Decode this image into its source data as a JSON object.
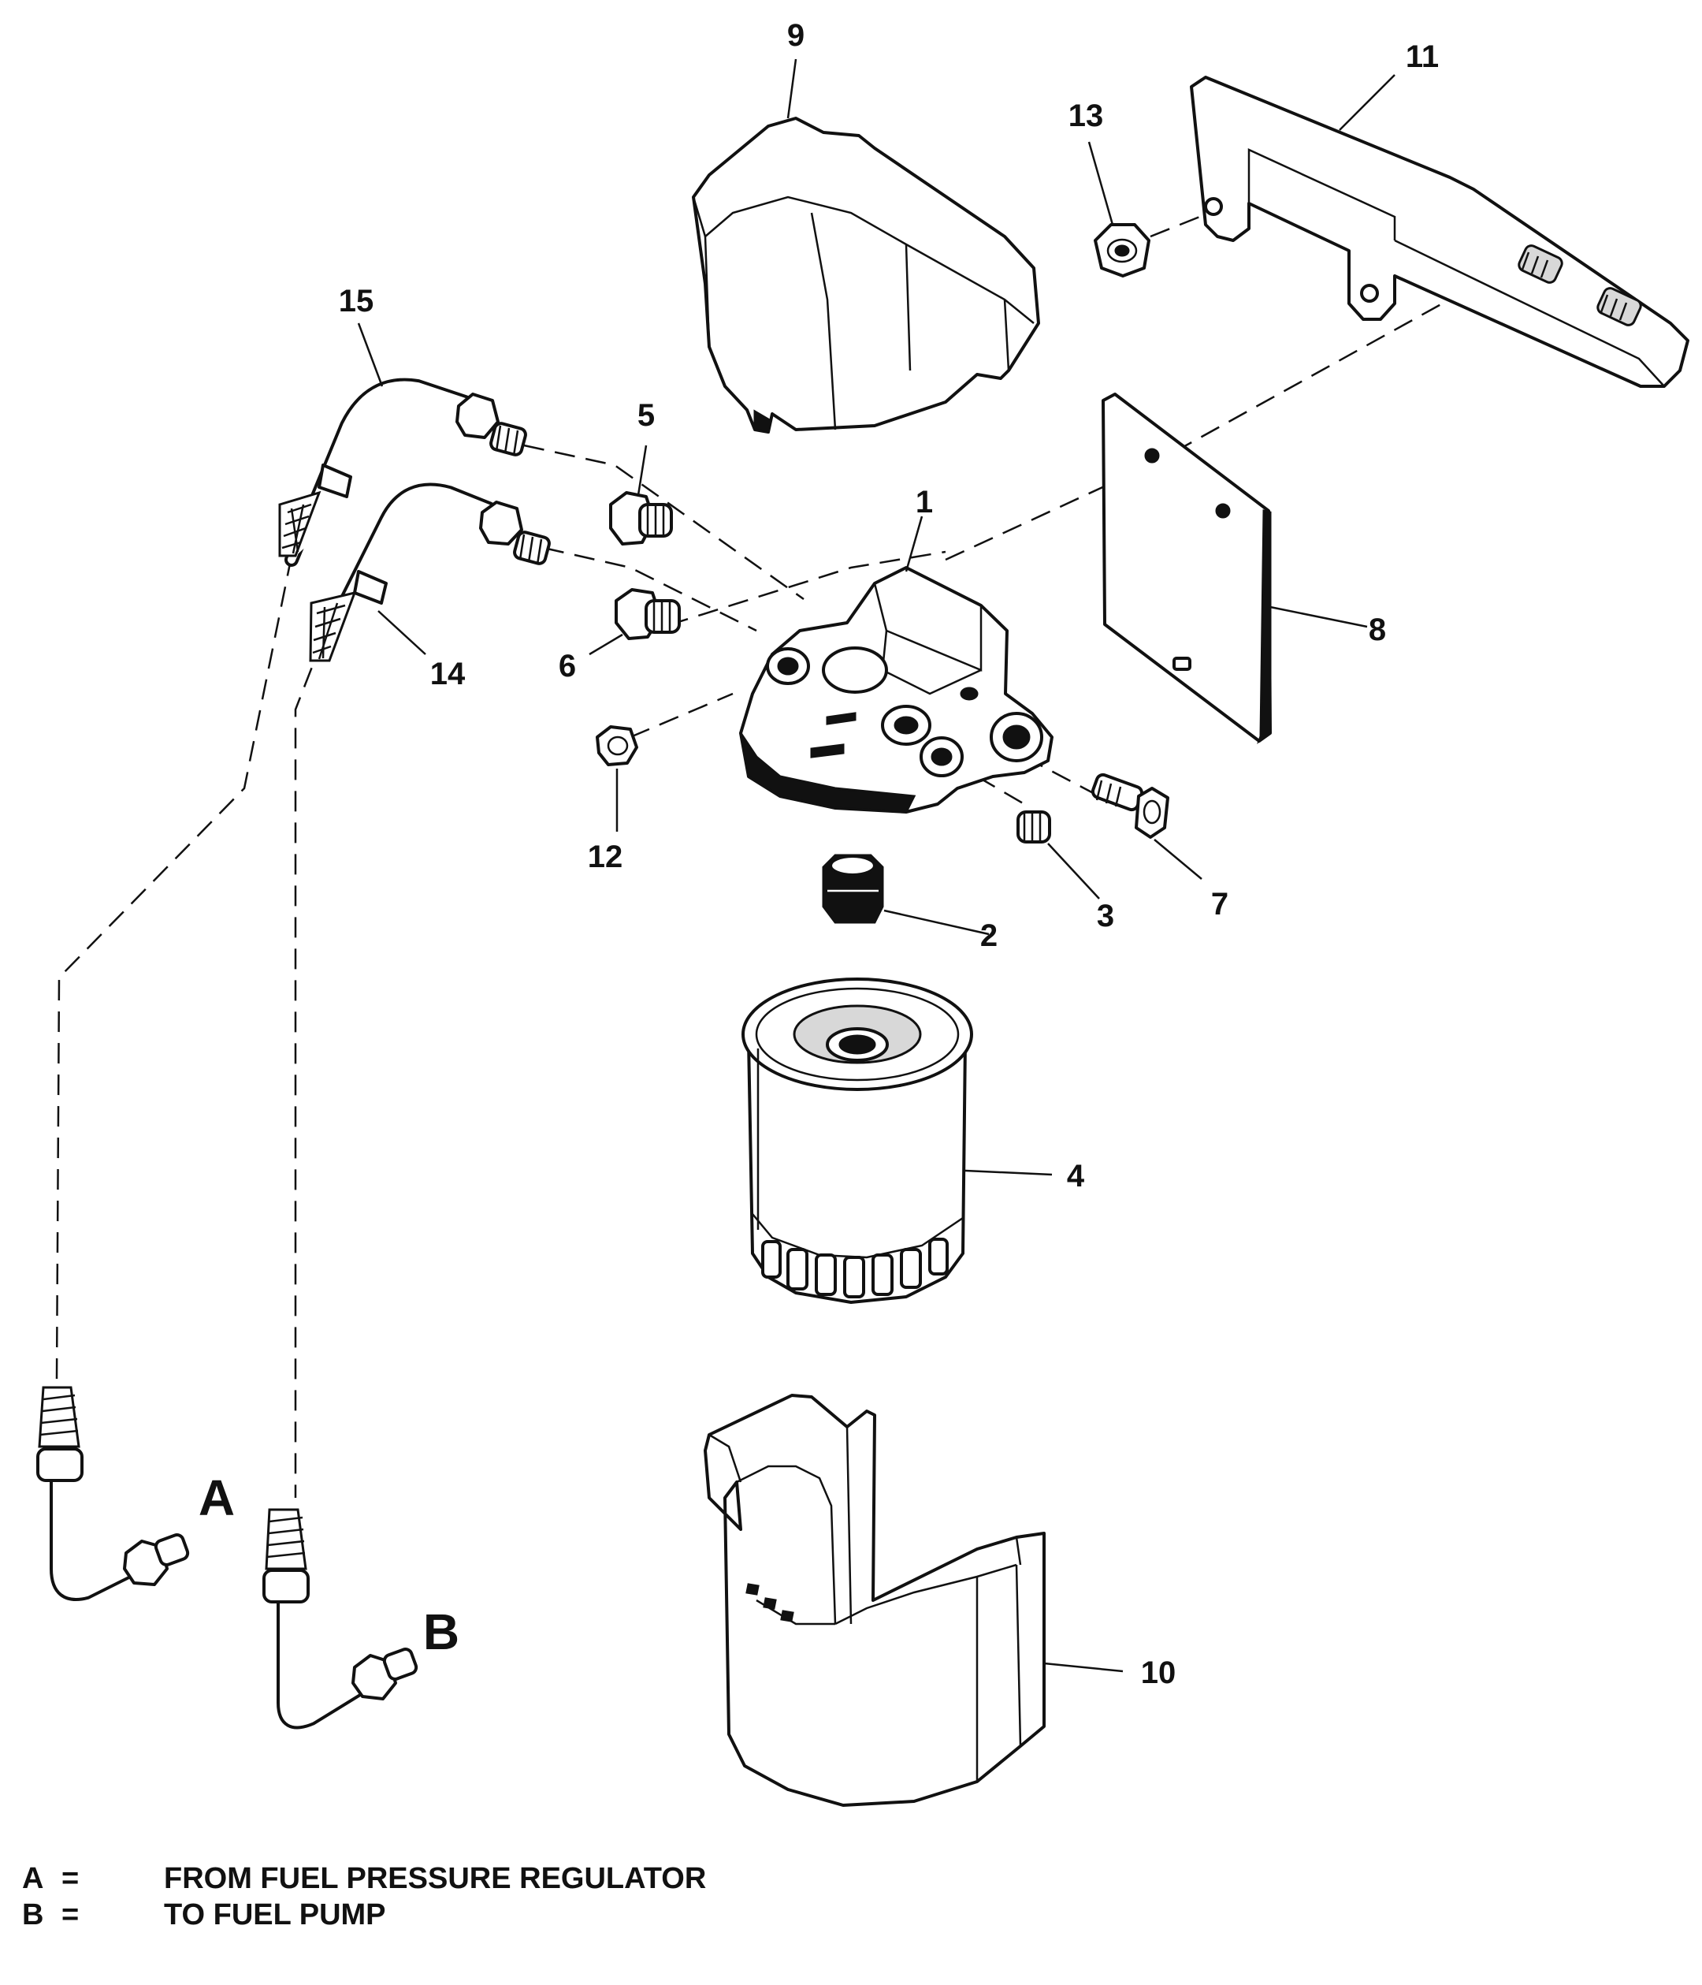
{
  "callouts": {
    "c1": "1",
    "c2": "2",
    "c3": "3",
    "c4": "4",
    "c5": "5",
    "c6": "6",
    "c7": "7",
    "c8": "8",
    "c9": "9",
    "c10": "10",
    "c11": "11",
    "c12": "12",
    "c13": "13",
    "c14": "14",
    "c15": "15"
  },
  "connections": {
    "a": "A",
    "b": "B"
  },
  "legend": [
    {
      "key": "A",
      "sep": "=",
      "text": "FROM FUEL PRESSURE REGULATOR"
    },
    {
      "key": "B",
      "sep": "=",
      "text": "TO FUEL PUMP"
    }
  ]
}
